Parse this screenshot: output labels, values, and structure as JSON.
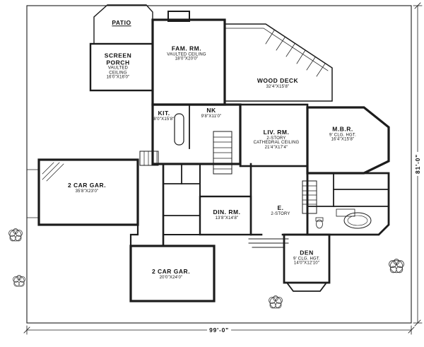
{
  "colors": {
    "ink": "#1c1c1c",
    "background": "#ffffff",
    "tree": "#3a3a3a"
  },
  "icons": {
    "tree": "tree-icon",
    "stairs": "stairs-symbol",
    "tub": "bathtub-symbol"
  },
  "rooms": {
    "patio": {
      "name": "PATIO"
    },
    "screen_porch": {
      "name": "SCREEN PORCH",
      "note": "VAULTED CEILING",
      "dims": "16'0\"X16'0\""
    },
    "fam_rm": {
      "name": "FAM. RM.",
      "note": "VAULTED CEILING",
      "dims": "18'0\"X20'0\""
    },
    "wood_deck": {
      "name": "WOOD DECK",
      "dims": "32'4\"X15'8\""
    },
    "kit": {
      "name": "KIT.",
      "dims": "8'0\"X15'8\""
    },
    "nk": {
      "name": "NK",
      "dims": "9'8\"X11'0\""
    },
    "liv_rm": {
      "name": "LIV. RM.",
      "note": "2-STORY",
      "note2": "CATHEDRAL CEILING",
      "dims": "21'4\"X17'4\""
    },
    "mbr": {
      "name": "M.B.R.",
      "note": "9' CLG. HGT.",
      "dims": "16'4\"X15'8\""
    },
    "gar_upper": {
      "name": "2 CAR GAR.",
      "dims": "35'8\"X23'0\""
    },
    "din_rm": {
      "name": "DIN. RM.",
      "dims": "13'8\"X14'8\""
    },
    "entry": {
      "name": "E.",
      "note": "2-STORY"
    },
    "den": {
      "name": "DEN",
      "note": "9' CLG. HGT.",
      "dims": "14'0\"X12'10\""
    },
    "gar_lower": {
      "name": "2 CAR GAR.",
      "dims": "20'0\"X24'0\""
    }
  },
  "dimensions": {
    "width": "99'-0\"",
    "height": "81'-0\""
  }
}
